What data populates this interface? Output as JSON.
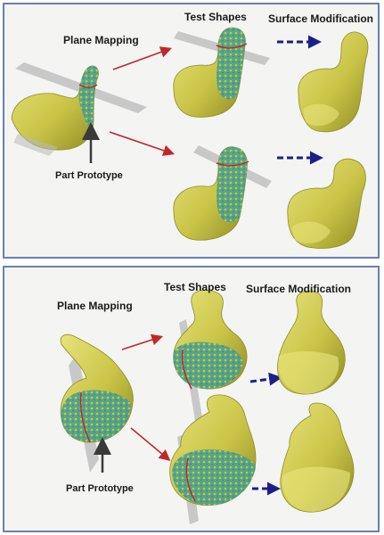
{
  "panel_top": {
    "plane_mapping": "Plane Mapping",
    "test_shapes": "Test Shapes",
    "surface_modification": "Surface Modification",
    "part_prototype": "Part Prototype"
  },
  "panel_bottom": {
    "plane_mapping": "Plane Mapping",
    "test_shapes": "Test Shapes",
    "surface_modification": "Surface Modification",
    "part_prototype": "Part Prototype"
  },
  "colors": {
    "part_yellow": "#c9c447",
    "part_yellow_dark": "#8f8b25",
    "mapped_teal": "#4aa38e",
    "plane_gray": "#b9b9b9",
    "arrow_red": "#c0282a",
    "arrow_blue": "#1c1f8a",
    "border_blue": "#6a7fb5"
  }
}
